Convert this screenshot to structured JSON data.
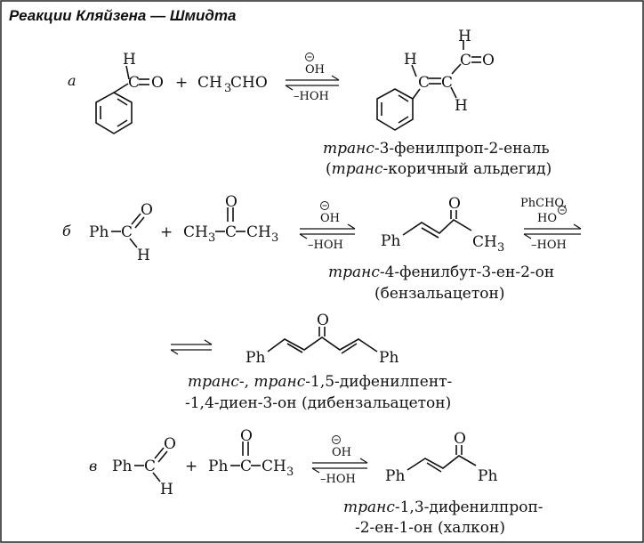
{
  "title": "Реакции Кляйзена — Шмидта",
  "atoms": {
    "H": "H",
    "C": "C",
    "O": "O",
    "Ph": "Ph"
  },
  "reactions": {
    "a": {
      "label": "а",
      "plus": "+",
      "reagent_pre": "CH",
      "reagent_sub": "3",
      "reagent_post": "CHO",
      "over": "OH",
      "under": "–HOH",
      "name1_it": "транс",
      "name1": "-3-фенилпроп-2-еналь",
      "name2_pre": "(",
      "name2_it": "транс",
      "name2": "-коричный альдегид)"
    },
    "b": {
      "label": "б",
      "plus": "+",
      "ch": "CH",
      "sub": "3",
      "over": "OH",
      "under": "–HOH",
      "over2_line1": "PhCHO,",
      "over2_line2": "HO",
      "name1_it": "транс",
      "name1": "-4-фенилбут-3-ен-2-он",
      "name2": "(бензальацетон)",
      "name3_it1": "транс",
      "name3_mid": "-, ",
      "name3_it2": "транс",
      "name3_end": "-1,5-дифенилпент-",
      "name4": "-1,4-диен-3-он (дибензальацетон)"
    },
    "v": {
      "label": "в",
      "plus": "+",
      "ch": "CH",
      "sub": "3",
      "over": "OH",
      "under": "–HOH",
      "name1_it": "транс",
      "name1": "-1,3-дифенилпроп-",
      "name2": "-2-ен-1-он (халкон)"
    }
  }
}
